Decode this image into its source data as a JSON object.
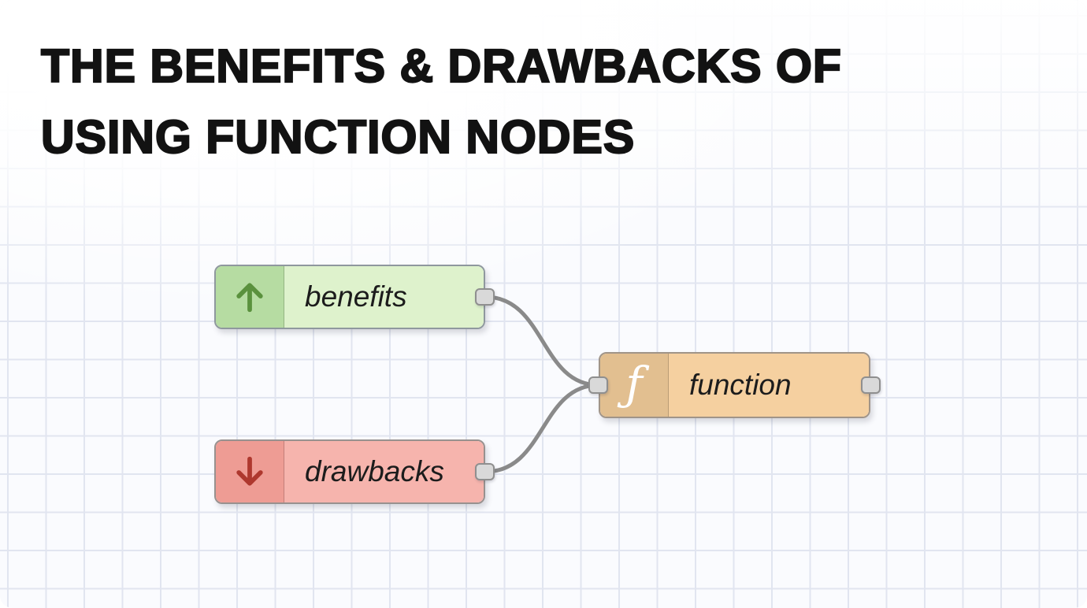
{
  "title": {
    "line1": "THE BENEFITS & DRAWBACKS OF",
    "line2": "USING FUNCTION NODES"
  },
  "canvas": {
    "background": "#fafbfe",
    "grid_color": "#e1e5f0",
    "wire_color": "#8a8a8a",
    "port_fill": "#d9d9d9",
    "port_border": "#8f8f8f"
  },
  "nodes": [
    {
      "id": "benefits",
      "label": "benefits",
      "icon": "arrow-up-icon",
      "icon_bg": "#b6dca2",
      "body_bg": "#def2cc",
      "icon_color": "#5a913d",
      "border": "#8f989e",
      "ports": {
        "outputs": 1,
        "inputs": 0
      }
    },
    {
      "id": "drawbacks",
      "label": "drawbacks",
      "icon": "arrow-down-icon",
      "icon_bg": "#ee9c94",
      "body_bg": "#f6b4ad",
      "icon_color": "#ae382e",
      "border": "#98918f",
      "ports": {
        "outputs": 1,
        "inputs": 0
      }
    },
    {
      "id": "function",
      "label": "function",
      "icon": "function-icon",
      "icon_glyph": "ƒ",
      "icon_bg": "#e2bf90",
      "body_bg": "#f5d0a0",
      "icon_color": "#ffffff",
      "border": "#a09488",
      "ports": {
        "outputs": 1,
        "inputs": 1
      }
    }
  ]
}
